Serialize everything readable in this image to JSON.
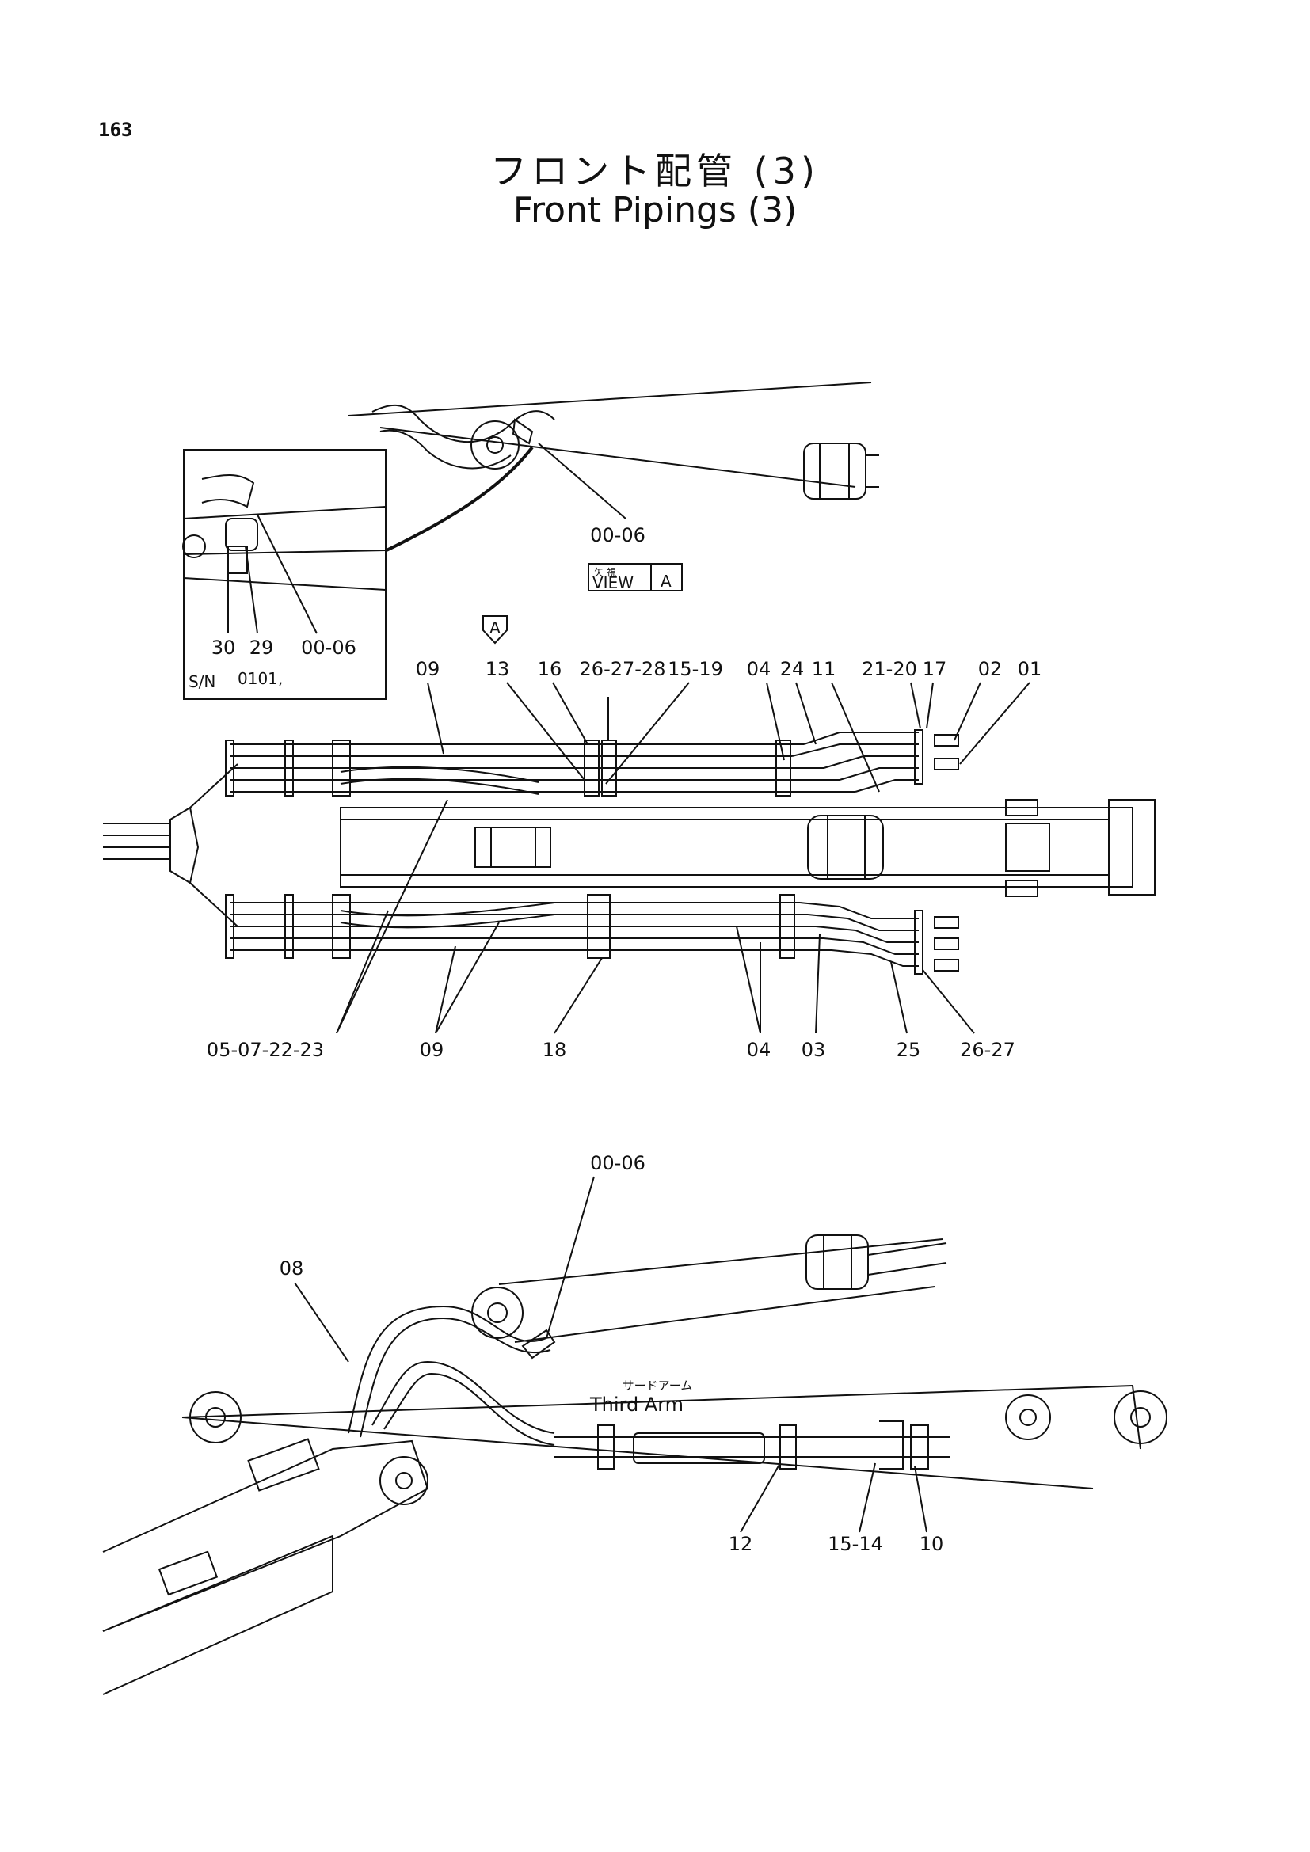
{
  "page": {
    "number": "163"
  },
  "title": {
    "japanese": "フロント配管 (3)",
    "english": "Front Pipings (3)"
  },
  "inset": {
    "serial_prefix": "S/N",
    "serial_value": "0101,"
  },
  "view_tag": {
    "japanese": "矢 視",
    "english": "VIEW",
    "letter": "A"
  },
  "view_arrow_letter": "A",
  "labels": {
    "top_00_06": "00-06",
    "inset_30": "30",
    "inset_29": "29",
    "inset_00_06": "00-06",
    "mid_09_top": "09",
    "mid_13": "13",
    "mid_16": "16",
    "mid_26_27_28": "26-27-28",
    "mid_15_19": "15-19",
    "mid_04_top": "04",
    "mid_24": "24",
    "mid_11": "11",
    "mid_21_20": "21-20",
    "mid_17": "17",
    "mid_02": "02",
    "mid_01": "01",
    "mid_05_07_22_23": "05-07-22-23",
    "mid_09_bottom": "09",
    "mid_18": "18",
    "mid_04_bottom": "04",
    "mid_03": "03",
    "mid_25": "25",
    "mid_26_27": "26-27",
    "bot_00_06": "00-06",
    "bot_08": "08",
    "bot_12": "12",
    "bot_15_14": "15-14",
    "bot_10": "10"
  },
  "third_arm": {
    "japanese": "サードアーム",
    "english": "Third Arm"
  }
}
